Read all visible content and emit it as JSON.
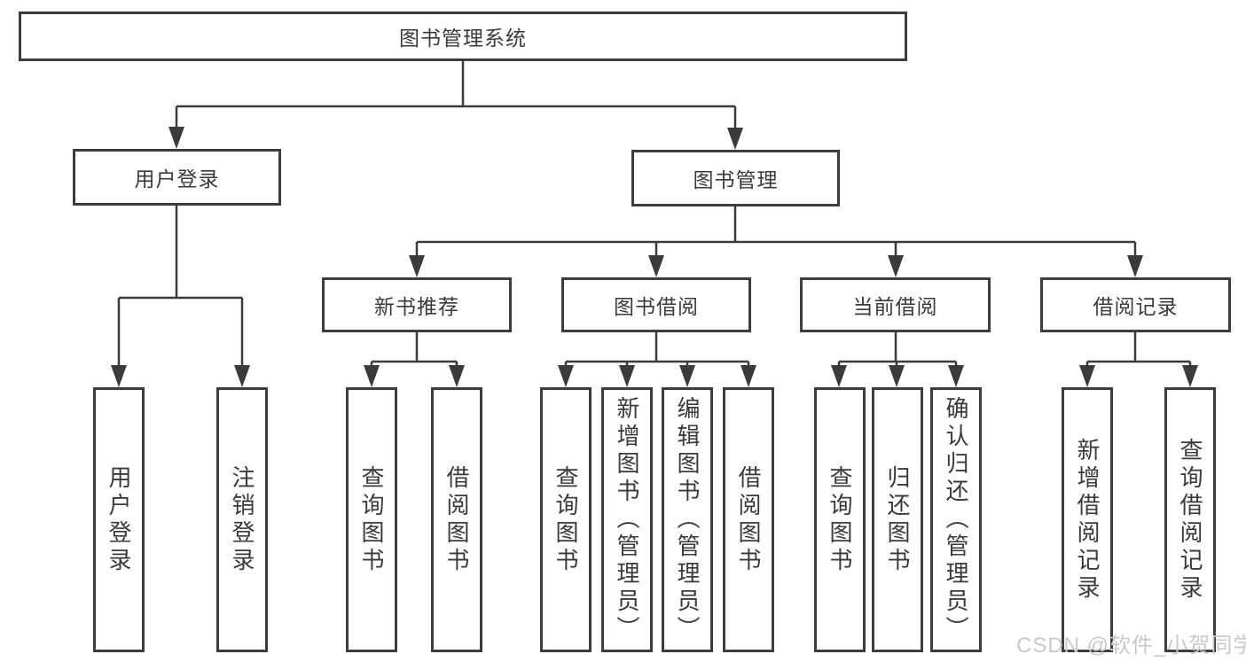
{
  "diagram": {
    "root": {
      "label": "图书管理系统",
      "children": [
        {
          "label": "用户登录",
          "children": [
            {
              "label": "用户登录"
            },
            {
              "label": "注销登录"
            }
          ]
        },
        {
          "label": "图书管理",
          "children": [
            {
              "label": "新书推荐",
              "children": [
                {
                  "label": "查询图书"
                },
                {
                  "label": "借阅图书"
                }
              ]
            },
            {
              "label": "图书借阅",
              "children": [
                {
                  "label": "查询图书"
                },
                {
                  "label": "新增图书（管理员）"
                },
                {
                  "label": "编辑图书（管理员）"
                },
                {
                  "label": "借阅图书"
                }
              ]
            },
            {
              "label": "当前借阅",
              "children": [
                {
                  "label": "查询图书"
                },
                {
                  "label": "归还图书"
                },
                {
                  "label": "确认归还（管理员）"
                }
              ]
            },
            {
              "label": "借阅记录",
              "children": [
                {
                  "label": "新增借阅记录"
                },
                {
                  "label": "查询借阅记录"
                }
              ]
            }
          ]
        }
      ]
    }
  },
  "watermark": {
    "text": "CSDN @软件_小贺同学"
  },
  "colors": {
    "line": "#3b3b3b",
    "box_border": "#3d3d3d",
    "text": "#3a3a3a",
    "background": "#ffffff",
    "box_fill": "#ffffff",
    "watermark": "#c9c9c9"
  }
}
